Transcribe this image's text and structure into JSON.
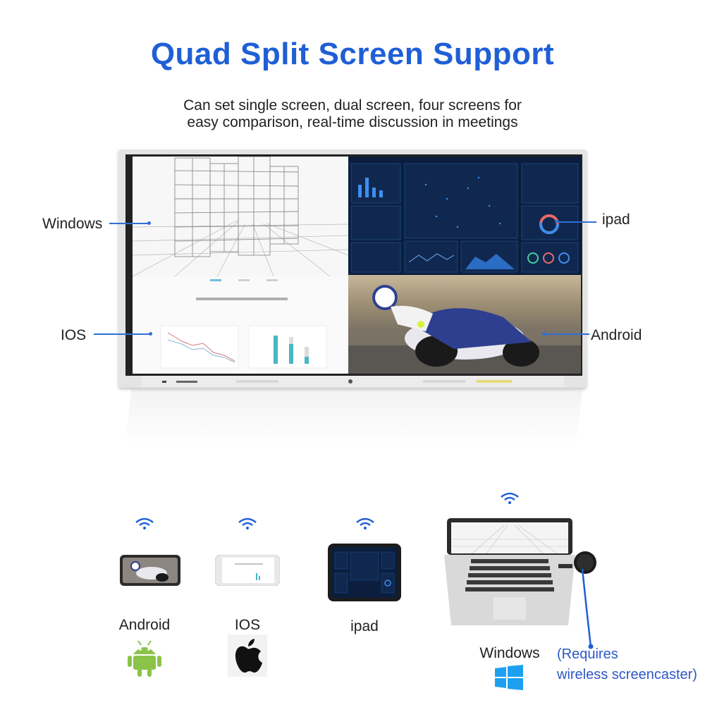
{
  "header": {
    "title": "Quad Split Screen Support",
    "subtitle_line1": "Can set single screen, dual screen, four screens for",
    "subtitle_line2": "easy comparison, real-time discussion in meetings"
  },
  "callouts": {
    "windows": "Windows",
    "ios": "IOS",
    "ipad": "ipad",
    "android": "Android"
  },
  "devices": [
    {
      "label": "Android",
      "os_icon": "android-robot-icon"
    },
    {
      "label": "IOS",
      "os_icon": "apple-logo-icon"
    },
    {
      "label": "ipad",
      "os_icon": "none"
    },
    {
      "label": "Windows",
      "os_icon": "windows-logo-icon"
    }
  ],
  "note": {
    "line1": "(Requires",
    "line2": "wireless screencaster)"
  },
  "colors": {
    "accent_blue": "#1f5fd6",
    "android_green": "#8bc34a",
    "windows_blue": "#1ea0f0"
  }
}
